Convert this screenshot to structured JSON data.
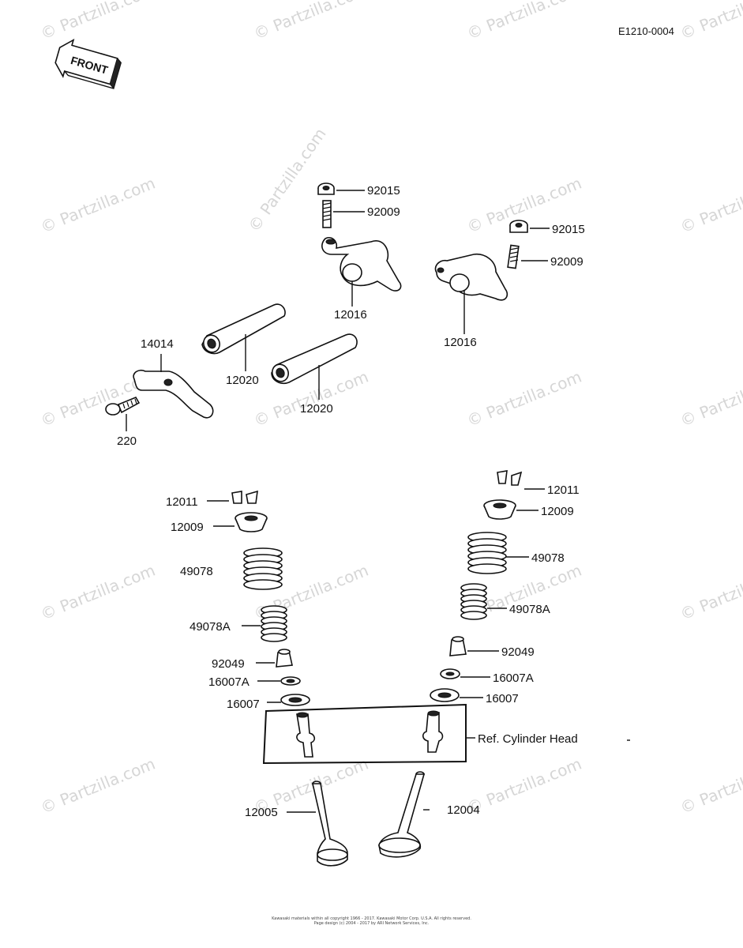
{
  "diagram_code": "E1210-0004",
  "front_label": "FRONT",
  "watermark": "© Partzilla.com",
  "reference_label": "Ref.  Cylinder Head",
  "parts": [
    {
      "key": "nut_top_center",
      "number": "92015"
    },
    {
      "key": "screw_top_center",
      "number": "92009"
    },
    {
      "key": "nut_right",
      "number": "92015"
    },
    {
      "key": "screw_right",
      "number": "92009"
    },
    {
      "key": "rocker_arm_center",
      "number": "12016"
    },
    {
      "key": "rocker_arm_right",
      "number": "12016"
    },
    {
      "key": "bracket",
      "number": "14014"
    },
    {
      "key": "shaft_left",
      "number": "12020"
    },
    {
      "key": "shaft_right",
      "number": "12020"
    },
    {
      "key": "bolt",
      "number": "220"
    },
    {
      "key": "cotter_left",
      "number": "12011"
    },
    {
      "key": "retainer_left",
      "number": "12009"
    },
    {
      "key": "spring_outer_left",
      "number": "49078"
    },
    {
      "key": "spring_inner_left",
      "number": "49078A"
    },
    {
      "key": "seal_left",
      "number": "92049"
    },
    {
      "key": "seat_inner_left",
      "number": "16007A"
    },
    {
      "key": "seat_left",
      "number": "16007"
    },
    {
      "key": "valve_exhaust",
      "number": "12005"
    },
    {
      "key": "cotter_right",
      "number": "12011"
    },
    {
      "key": "retainer_right",
      "number": "12009"
    },
    {
      "key": "spring_outer_right",
      "number": "49078"
    },
    {
      "key": "spring_inner_right",
      "number": "49078A"
    },
    {
      "key": "seal_right",
      "number": "92049"
    },
    {
      "key": "seat_inner_right",
      "number": "16007A"
    },
    {
      "key": "seat_right",
      "number": "16007"
    },
    {
      "key": "valve_intake",
      "number": "12004"
    }
  ],
  "footer": {
    "line1": "Kawasaki materials within all copyright 1966 - 2017. Kawasaki Motor Corp. U.S.A. All rights reserved.",
    "line2": "Page design (c) 2004 - 2017 by ARI Network Services, Inc."
  }
}
